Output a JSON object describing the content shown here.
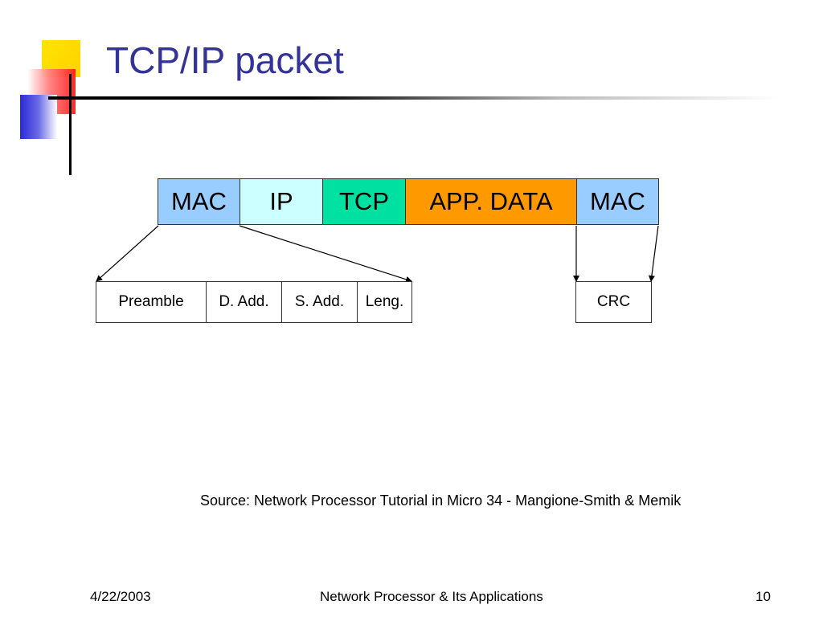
{
  "slide": {
    "title": "TCP/IP packet",
    "packet_fields": [
      "MAC",
      "IP",
      "TCP",
      "APP. DATA",
      "MAC"
    ],
    "header_subfields": [
      "Preamble",
      "D. Add.",
      "S. Add.",
      "Leng."
    ],
    "trailer_subfields": [
      "CRC"
    ],
    "source": "Source: Network Processor Tutorial in Micro 34 - Mangione-Smith & Memik",
    "footer": {
      "date": "4/22/2003",
      "center": "Network Processor & Its Applications",
      "page": "10"
    }
  },
  "colors": {
    "title": "#333399",
    "mac": "#99ccff",
    "ip": "#ccffff",
    "tcp": "#00e0a0",
    "app_data": "#ff9900"
  }
}
